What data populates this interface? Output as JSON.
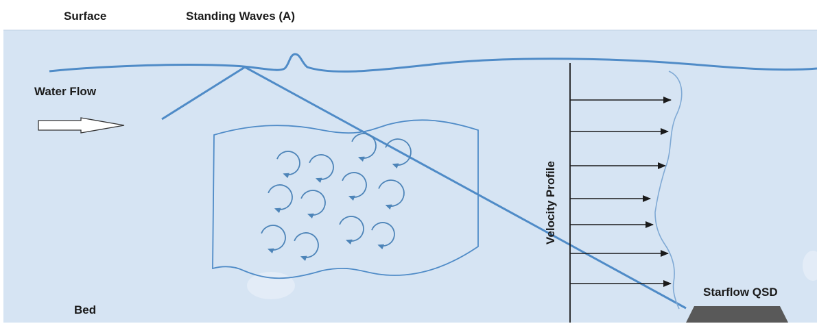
{
  "labels": {
    "surface": "Surface",
    "standing_waves": "Standing Waves (A)",
    "water_flow": "Water Flow",
    "bed": "Bed",
    "velocity_profile": "Velocity Profile",
    "device": "Starflow QSD"
  },
  "colors": {
    "water": "#d6e4f3",
    "line": "#4f8bc7",
    "eddy": "#4d84b8",
    "axis": "#1a1a1a",
    "device": "#595959"
  },
  "icons": {
    "flow_arrow": "hollow-right-arrow",
    "eddy": "clockwise-circular-arrow"
  }
}
